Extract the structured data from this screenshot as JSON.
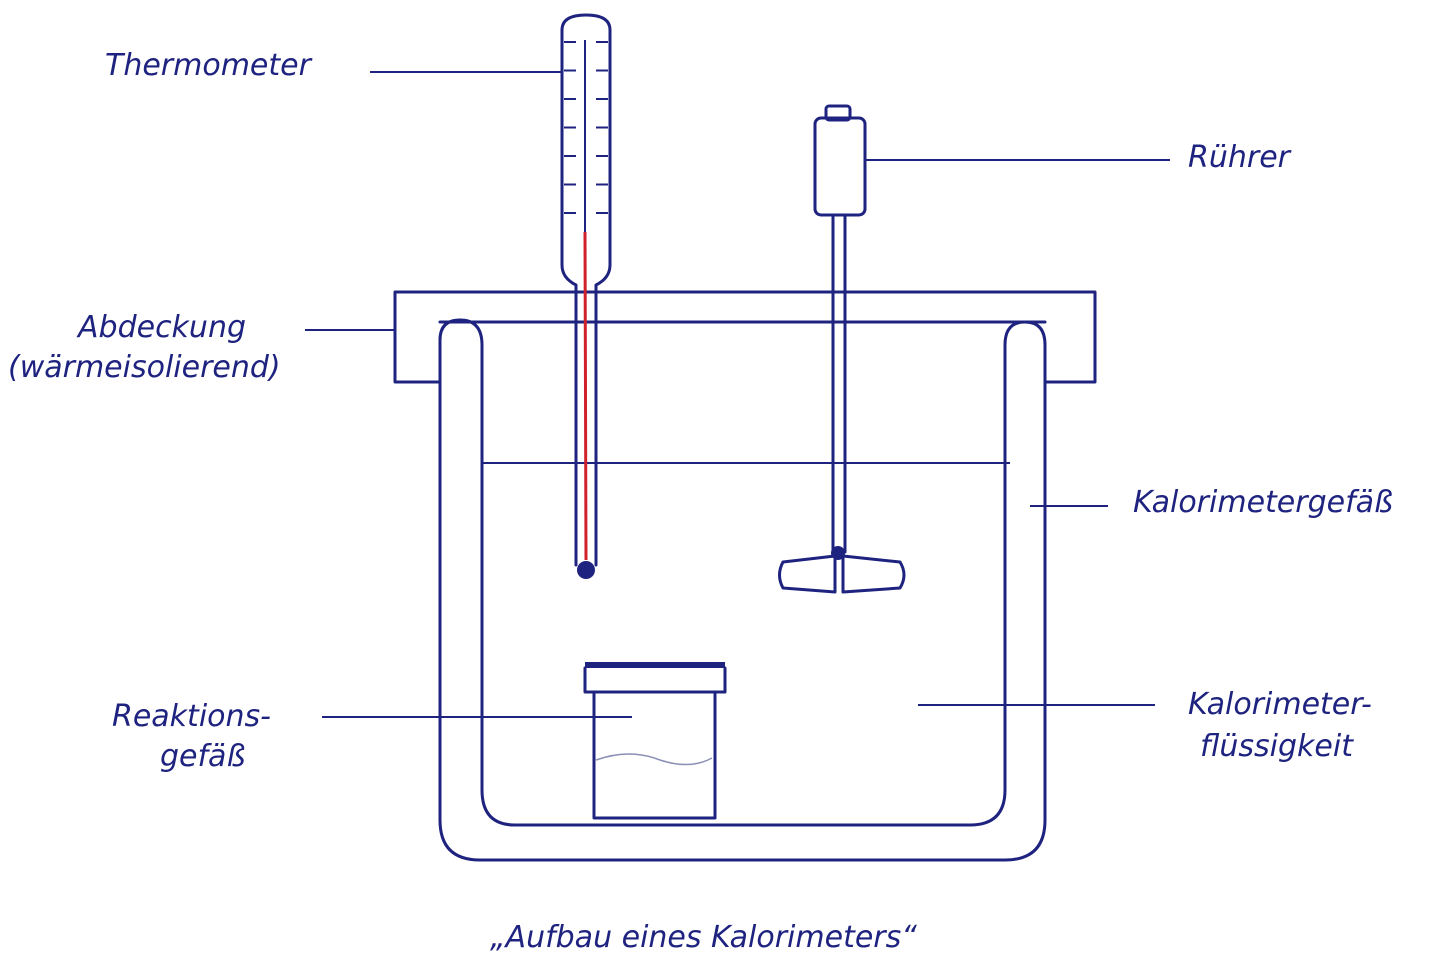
{
  "labels": {
    "thermometer": "Thermometer",
    "ruehrer": "Rührer",
    "abdeckung": "Abdeckung",
    "abdeckung_note": "(wärmeisolierend)",
    "kalorimetergefaess": "Kalorimetergefäß",
    "reaktionsgefaess_1": "Reaktions-",
    "reaktionsgefaess_2": "gefäß",
    "fluessigkeit_1": "Kalorimeter-",
    "fluessigkeit_2": "flüssigkeit"
  },
  "caption": "„Aufbau eines Kalorimeters“",
  "colors": {
    "ink": "#1f2380",
    "mercury": "#d0202a"
  }
}
